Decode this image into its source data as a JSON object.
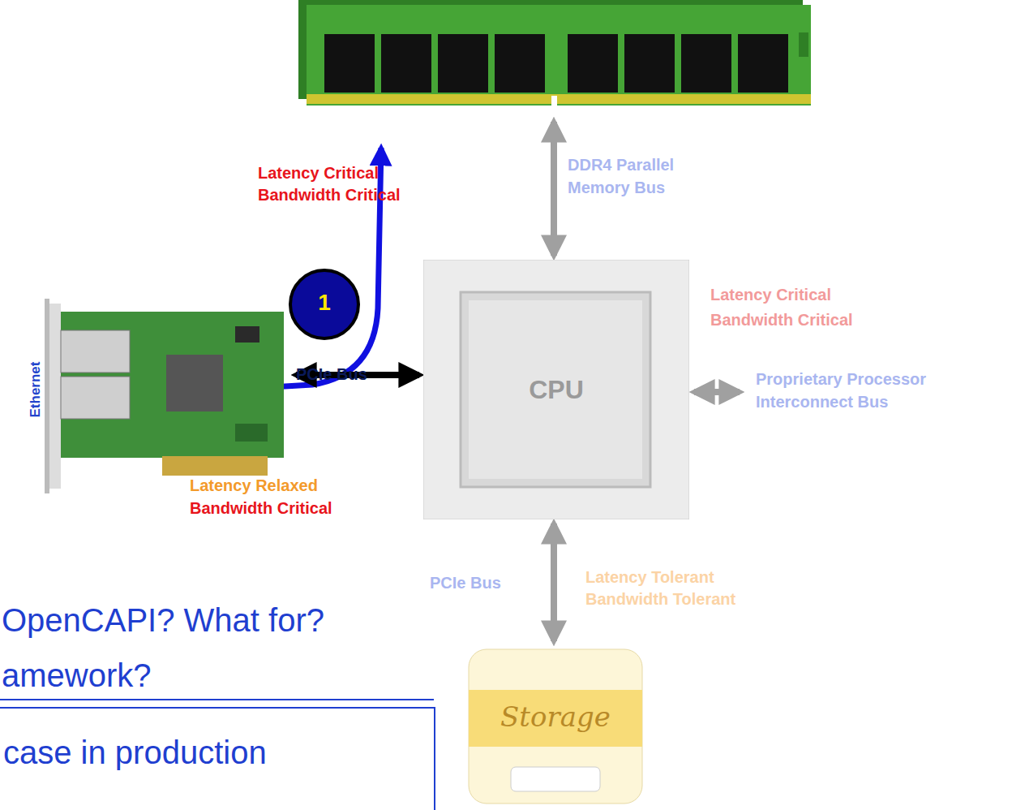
{
  "diagram": {
    "nodes": [
      {
        "text": [
          "Ethernet"
        ]
      },
      {
        "text": [
          "1"
        ]
      },
      {
        "text": [
          "CPU"
        ]
      },
      {
        "text": [
          "Storage"
        ]
      }
    ],
    "edges": [
      {
        "from": 0,
        "to": 2,
        "arrow": "both",
        "label": "PCIe Bus"
      },
      {
        "from": 2,
        "to": 3,
        "arrow": "both",
        "label": "PCIe Bus"
      }
    ],
    "labels": [
      "Latency Critical",
      "Bandwidth Critical",
      "DDR4 Parallel Memory Bus",
      "Latency Critical",
      "Bandwidth Critical",
      "Proprietary Processor Interconnect Bus",
      "Latency Relaxed",
      "Bandwidth Critical",
      "Latency Tolerant",
      "Bandwidth Tolerant",
      "OpenCAPI? What for?",
      "amework?",
      "case in production"
    ]
  }
}
